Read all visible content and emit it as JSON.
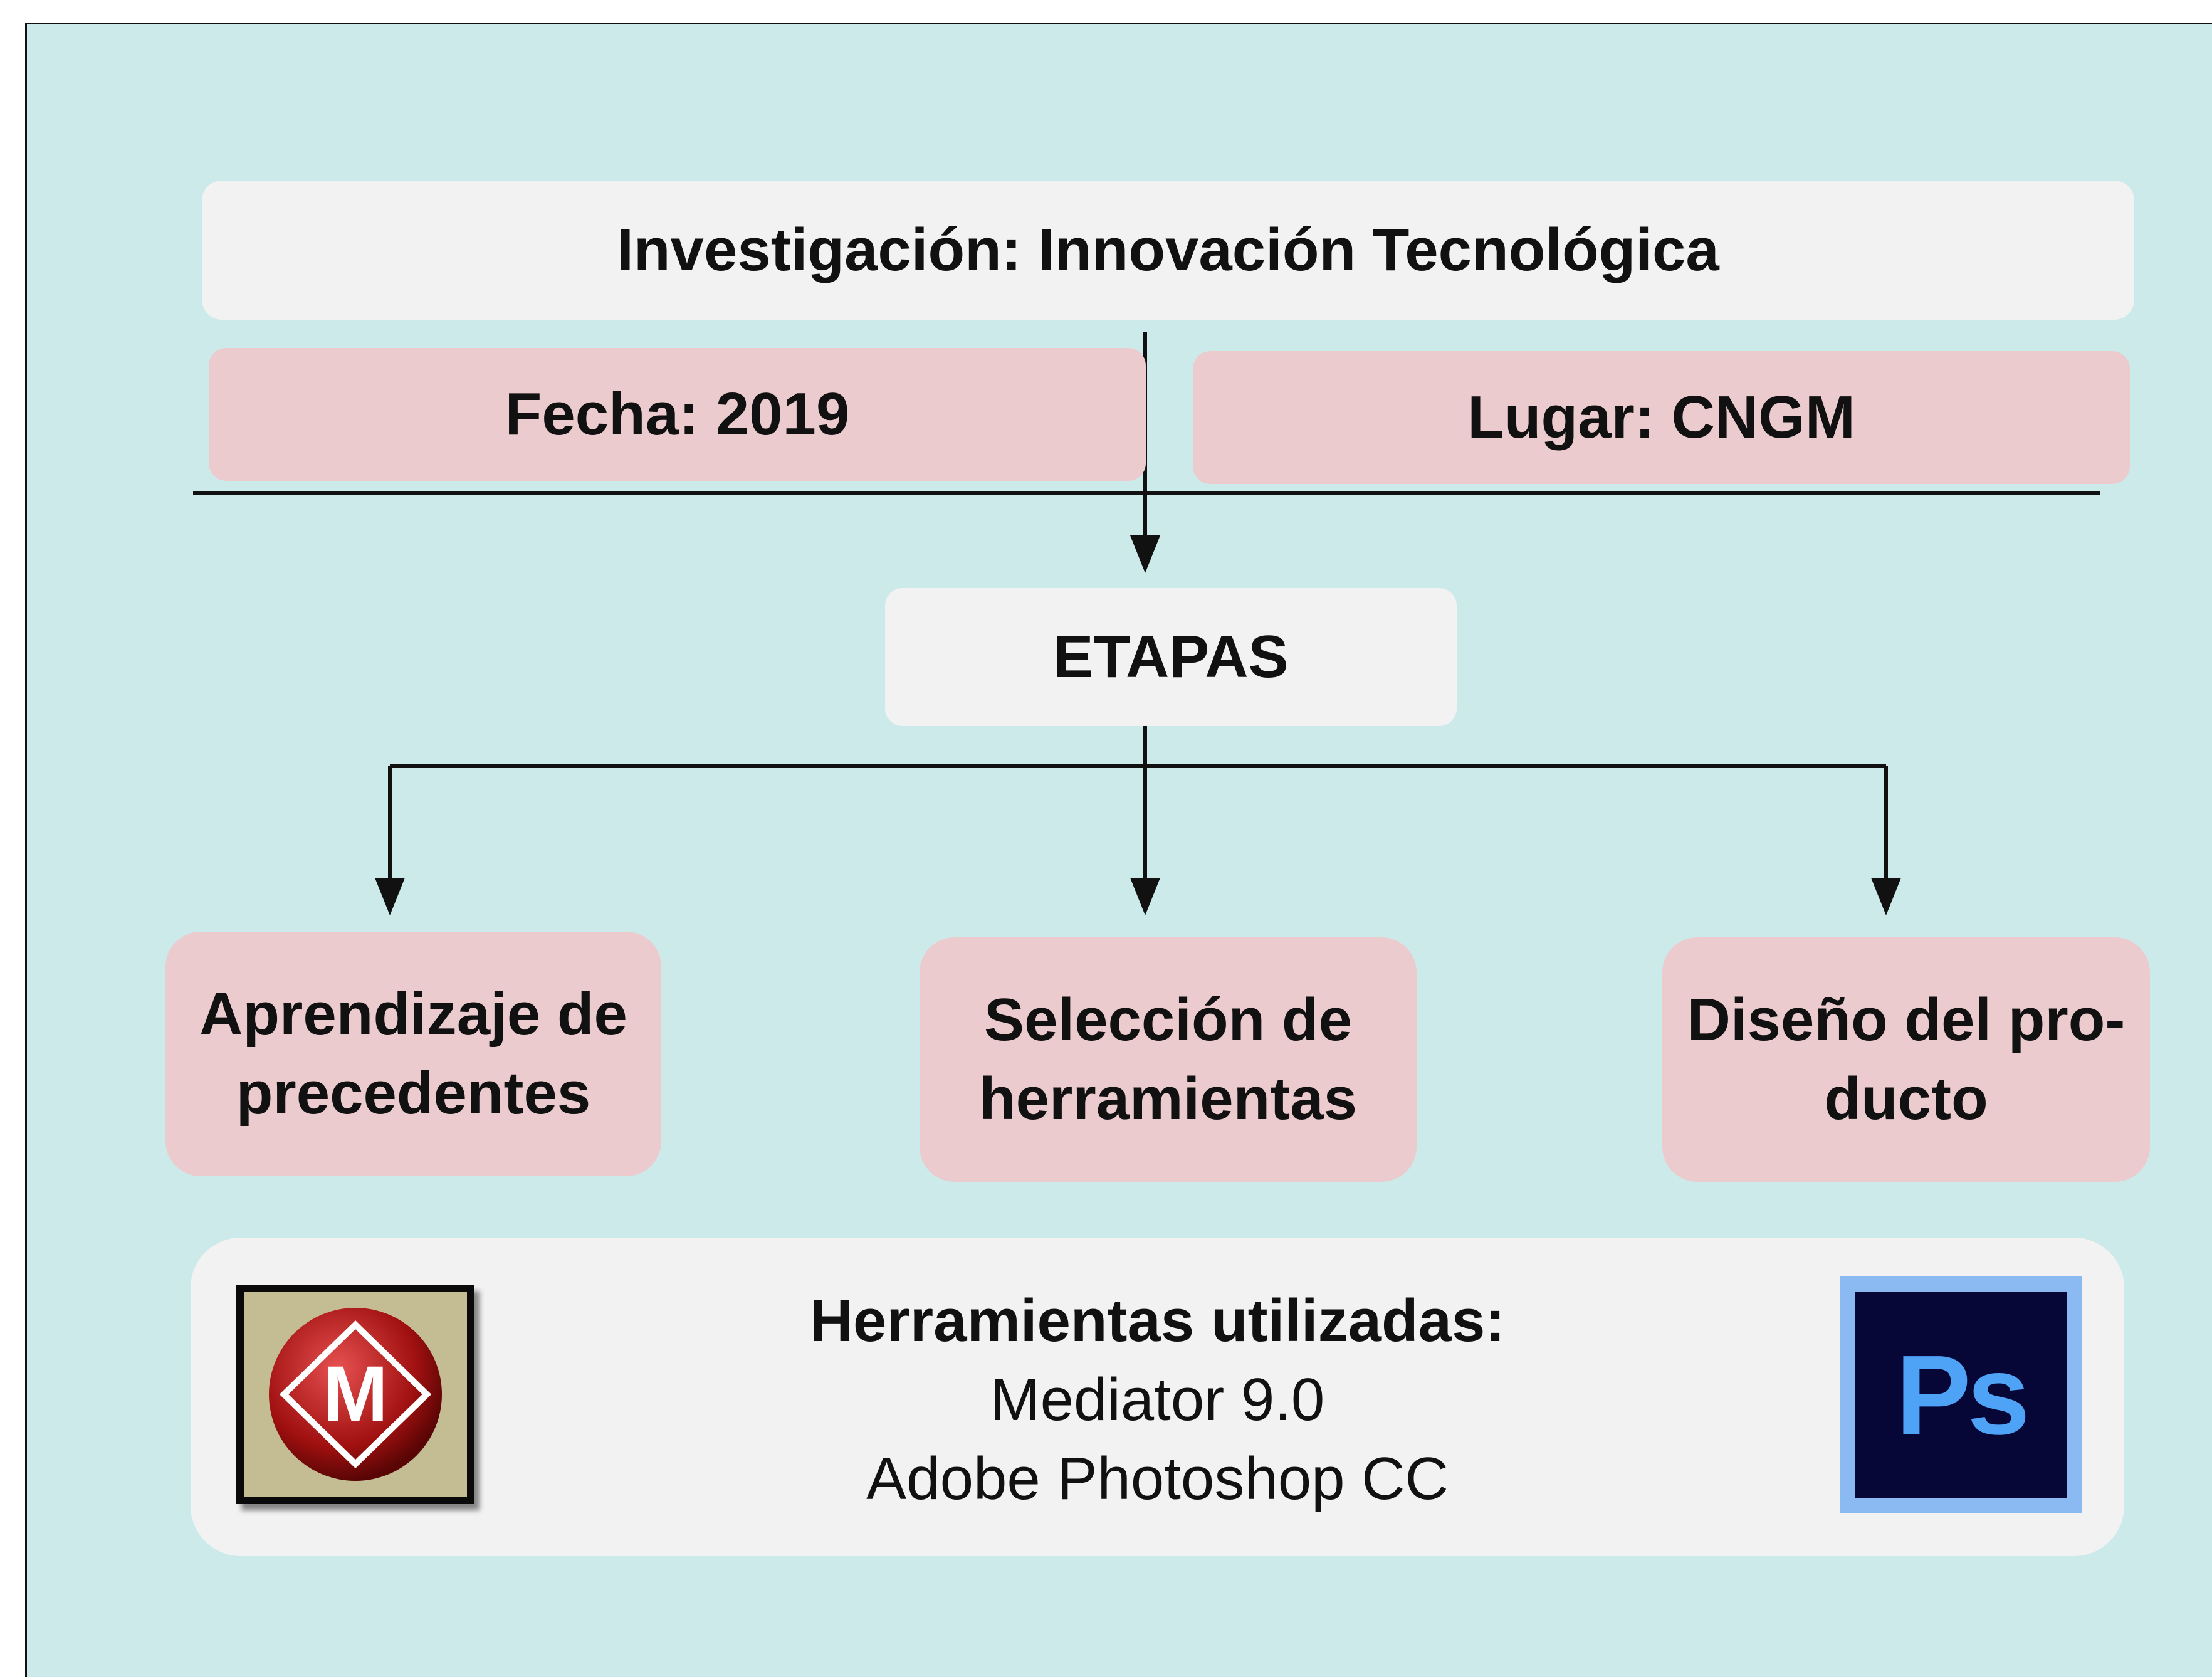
{
  "title": "Investigación: Innovación Tecnológica",
  "fecha": "Fecha: 2019",
  "lugar": "Lugar: CNGM",
  "etapas": "ETAPAS",
  "stages": [
    {
      "line1": "Aprendizaje de",
      "line2": "precedentes"
    },
    {
      "line1": "Selección de",
      "line2": "herramientas"
    },
    {
      "line1": "Diseño del pro-",
      "line2": "ducto"
    }
  ],
  "tools": {
    "header": "Herramientas utilizadas:",
    "items": [
      "Mediator 9.0",
      "Adobe Photoshop CC"
    ],
    "logo_left": {
      "icon": "mediator-logo-icon",
      "letter": "M"
    },
    "logo_right": {
      "icon": "photoshop-logo-icon",
      "letter": "Ps"
    }
  },
  "colors": {
    "background": "#cdeaea",
    "light_box": "#f2f2f2",
    "pink_box": "#ebcbcd",
    "lines": "#111111"
  }
}
